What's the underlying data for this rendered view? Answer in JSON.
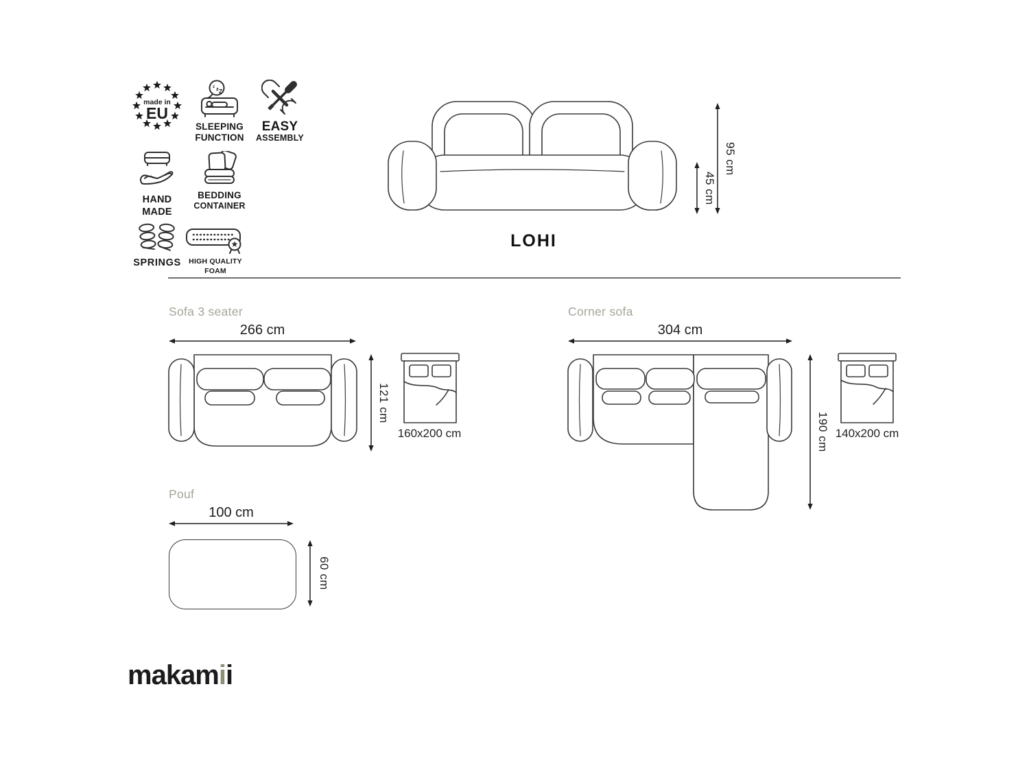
{
  "header": {
    "features": {
      "made_in_eu": {
        "small": "made in",
        "big": "EU"
      },
      "sleeping": {
        "line1": "SLEEPING",
        "line2": "FUNCTION",
        "z1": "z",
        "z2": "z",
        "z3": "Z"
      },
      "easy": {
        "line1": "EASY",
        "line2": "ASSEMBLY"
      },
      "handmade": {
        "line1": "HAND",
        "line2": "MADE"
      },
      "bedding": {
        "line1": "BEDDING",
        "line2": "CONTAINER"
      },
      "springs": {
        "line1": "SPRINGS"
      },
      "foam": {
        "line1": "HIGH QUALITY",
        "line2": "FOAM"
      }
    },
    "front_view": {
      "total_height": "95 cm",
      "seat_height": "45 cm"
    },
    "product_name": "LOHI"
  },
  "sections": {
    "sofa3": {
      "title": "Sofa 3 seater",
      "width": "266 cm",
      "depth": "121 cm",
      "bed_size": "160x200 cm"
    },
    "corner": {
      "title": "Corner sofa",
      "width": "304 cm",
      "depth": "190 cm",
      "bed_size": "140x200 cm"
    },
    "pouf": {
      "title": "Pouf",
      "width": "100 cm",
      "depth": "60 cm"
    }
  },
  "brand": {
    "part1": "makam",
    "accent": "i",
    "part2": "i"
  },
  "colors": {
    "line": "#3a3a3a",
    "dimension_text": "#1d1d1d",
    "muted_title": "#a6a399",
    "logo_accent": "#8f8e76",
    "divider": "#6e6e6e"
  }
}
